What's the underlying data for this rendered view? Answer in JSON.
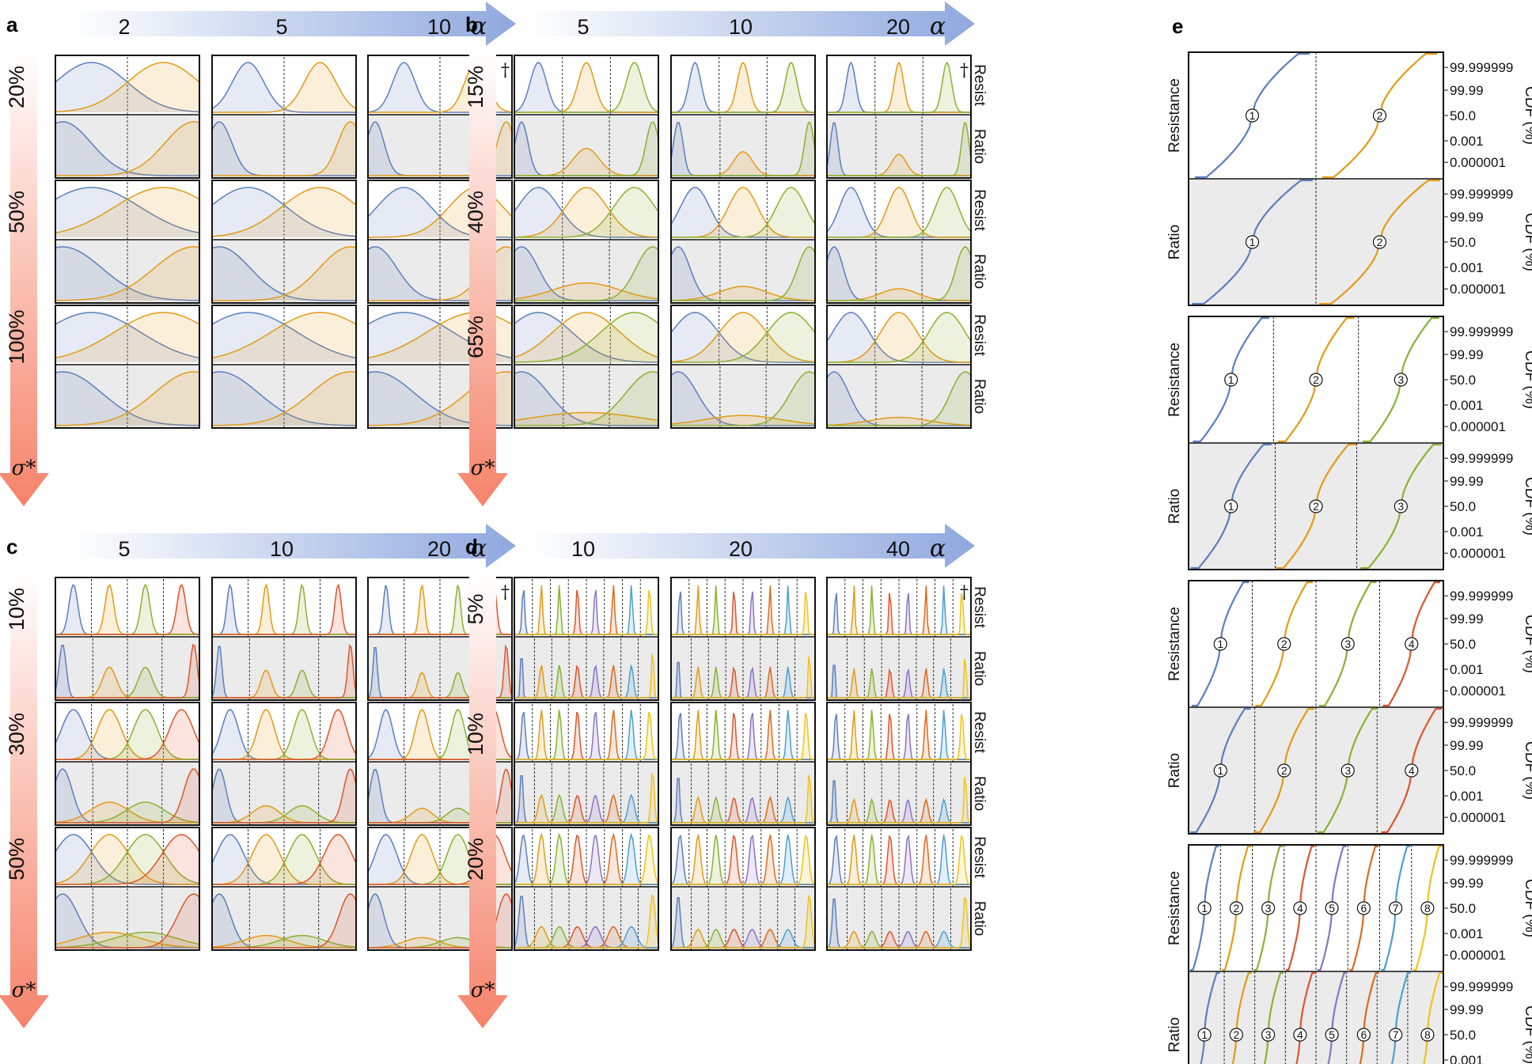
{
  "colors": [
    "#5b7fbf",
    "#e49a16",
    "#8ab132",
    "#e2542a",
    "#8c72c6",
    "#df6a1c",
    "#4d9ed2",
    "#f0c21b"
  ],
  "arrows": {
    "alpha_symbol": "α",
    "sigma_symbol": "σ*"
  },
  "row_labels": {
    "resist": "Resist",
    "ratio": "Ratio"
  },
  "dagger": "†",
  "panels": [
    {
      "letter": "a",
      "alpha_values": [
        "2",
        "5",
        "10"
      ],
      "sigma_values": [
        "20%",
        "50%",
        "100%"
      ],
      "n_states": 2,
      "alpha_numeric": [
        2,
        5,
        10
      ],
      "sigma_numeric": [
        0.2,
        0.5,
        1.0
      ],
      "dagger_at": [
        0,
        2
      ]
    },
    {
      "letter": "b",
      "alpha_values": [
        "5",
        "10",
        "20"
      ],
      "sigma_values": [
        "15%",
        "40%",
        "65%"
      ],
      "n_states": 3,
      "alpha_numeric": [
        5,
        10,
        20
      ],
      "sigma_numeric": [
        0.15,
        0.4,
        0.65
      ],
      "dagger_at": [
        0,
        2
      ]
    },
    {
      "letter": "c",
      "alpha_values": [
        "5",
        "10",
        "20"
      ],
      "sigma_values": [
        "10%",
        "30%",
        "50%"
      ],
      "n_states": 4,
      "alpha_numeric": [
        5,
        10,
        20
      ],
      "sigma_numeric": [
        0.1,
        0.3,
        0.5
      ],
      "dagger_at": [
        0,
        2
      ]
    },
    {
      "letter": "d",
      "alpha_values": [
        "10",
        "20",
        "40"
      ],
      "sigma_values": [
        "5%",
        "10%",
        "20%"
      ],
      "n_states": 8,
      "alpha_numeric": [
        10,
        20,
        40
      ],
      "sigma_numeric": [
        0.05,
        0.1,
        0.2
      ],
      "dagger_at": [
        0,
        2
      ]
    }
  ],
  "panel_e": {
    "letter": "e",
    "ylabels": {
      "resistance": "Resistance",
      "ratio": "Ratio"
    },
    "right_axis_label": "CDF (%)",
    "cdf_ticks": [
      "99.999999",
      "99.99",
      "50.0",
      "0.001",
      "0.000001"
    ],
    "groups": [
      {
        "n_states": 2,
        "state_labels": [
          "1",
          "2"
        ]
      },
      {
        "n_states": 3,
        "state_labels": [
          "1",
          "2",
          "3"
        ]
      },
      {
        "n_states": 4,
        "state_labels": [
          "1",
          "2",
          "3",
          "4"
        ]
      },
      {
        "n_states": 8,
        "state_labels": [
          "1",
          "2",
          "3",
          "4",
          "5",
          "6",
          "7",
          "8"
        ]
      }
    ]
  },
  "chart_data": [
    {
      "type": "area",
      "panel": "a",
      "description_axes": {
        "x": "α",
        "y": "σ*"
      },
      "alpha": [
        2,
        5,
        10
      ],
      "sigma": [
        "20%",
        "50%",
        "100%"
      ],
      "series": [
        {
          "name": "state 1"
        },
        {
          "name": "state 2"
        }
      ],
      "rows": [
        "Resist",
        "Ratio"
      ]
    },
    {
      "type": "area",
      "panel": "b",
      "alpha": [
        5,
        10,
        20
      ],
      "sigma": [
        "15%",
        "40%",
        "65%"
      ],
      "series": [
        {
          "name": "state 1"
        },
        {
          "name": "state 2"
        },
        {
          "name": "state 3"
        }
      ],
      "rows": [
        "Resist",
        "Ratio"
      ]
    },
    {
      "type": "area",
      "panel": "c",
      "alpha": [
        5,
        10,
        20
      ],
      "sigma": [
        "10%",
        "30%",
        "50%"
      ],
      "series": [
        {
          "name": "state 1"
        },
        {
          "name": "state 2"
        },
        {
          "name": "state 3"
        },
        {
          "name": "state 4"
        }
      ],
      "rows": [
        "Resist",
        "Ratio"
      ]
    },
    {
      "type": "area",
      "panel": "d",
      "alpha": [
        10,
        20,
        40
      ],
      "sigma": [
        "5%",
        "10%",
        "20%"
      ],
      "series": [
        {
          "name": "state 1"
        },
        {
          "name": "state 2"
        },
        {
          "name": "state 3"
        },
        {
          "name": "state 4"
        },
        {
          "name": "state 5"
        },
        {
          "name": "state 6"
        },
        {
          "name": "state 7"
        },
        {
          "name": "state 8"
        }
      ],
      "rows": [
        "Resist",
        "Ratio"
      ]
    },
    {
      "type": "line",
      "panel": "e",
      "ylabel_right": "CDF (%)",
      "y_ticks": [
        "99.999999",
        "99.99",
        "50.0",
        "0.001",
        "0.000001"
      ],
      "states_per_group": [
        2,
        3,
        4,
        8
      ],
      "rows": [
        "Resistance",
        "Ratio"
      ]
    }
  ]
}
